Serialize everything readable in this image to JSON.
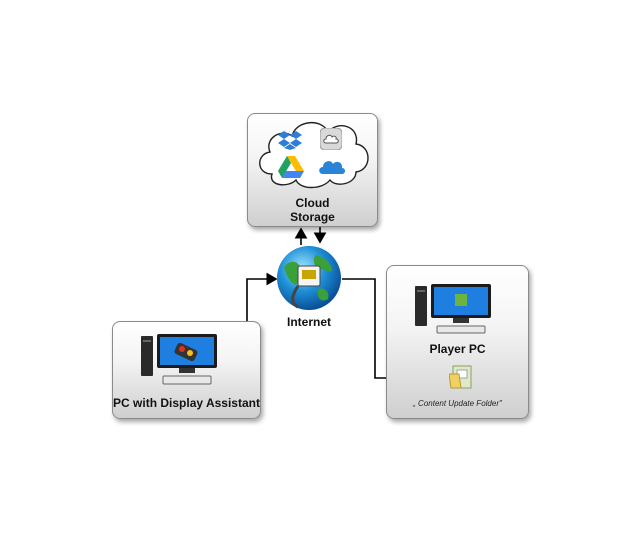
{
  "nodes": {
    "cloud": {
      "label_line1": "Cloud",
      "label_line2": "Storage"
    },
    "internet": {
      "label": "Internet"
    },
    "pc_assistant": {
      "label": "PC with Display Assistant"
    },
    "player_pc": {
      "label": "Player PC",
      "folder_label": "„ Content Update Folder\""
    }
  },
  "icons": [
    "dropbox-icon",
    "icloud-icon",
    "google-drive-icon",
    "onedrive-icon",
    "globe-network-icon",
    "desktop-pc-icon",
    "folder-icon"
  ],
  "colors": {
    "arrow": "#000000",
    "box_border": "#8a8a8a"
  }
}
